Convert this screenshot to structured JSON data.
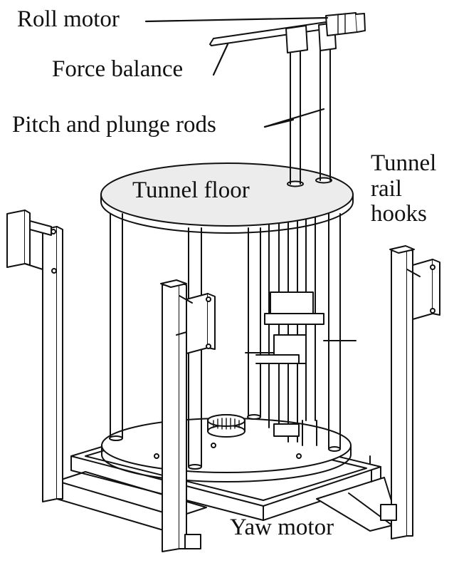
{
  "labels": {
    "roll_motor": "Roll motor",
    "force_balance": "Force balance",
    "pitch_plunge": "Pitch and plunge rods",
    "tunnel_floor": "Tunnel floor",
    "tunnel_rail_hooks": [
      "Tunnel",
      "rail",
      "hooks"
    ],
    "yaw_motor": "Yaw motor"
  },
  "colors": {
    "stroke": "#111111",
    "floor_fill": "#ececec",
    "background": "#ffffff"
  }
}
